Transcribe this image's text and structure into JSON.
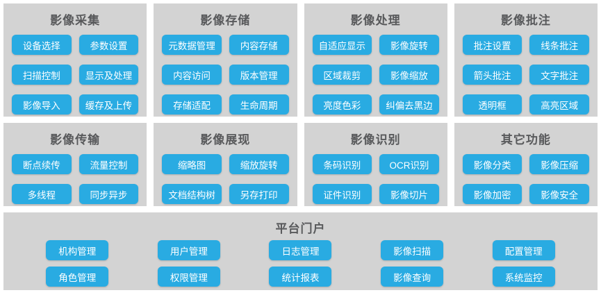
{
  "colors": {
    "page_bg": "#ffffff",
    "panel_bg": "#d3d3d3",
    "button_bg": "#29abe2",
    "button_text": "#ffffff",
    "title_text": "#58595b"
  },
  "panels": [
    {
      "title": "影像采集",
      "buttons": [
        "设备选择",
        "参数设置",
        "扫描控制",
        "显示及处理",
        "影像导入",
        "缓存及上传"
      ]
    },
    {
      "title": "影像存储",
      "buttons": [
        "元数据管理",
        "内容存储",
        "内容访问",
        "版本管理",
        "存储适配",
        "生命周期"
      ]
    },
    {
      "title": "影像处理",
      "buttons": [
        "自适应显示",
        "影像旋转",
        "区域裁剪",
        "影像缩放",
        "亮度色彩",
        "纠偏去黑边"
      ]
    },
    {
      "title": "影像批注",
      "buttons": [
        "批注设置",
        "线条批注",
        "箭头批注",
        "文字批注",
        "透明框",
        "高亮区域"
      ]
    },
    {
      "title": "影像传输",
      "buttons": [
        "断点续传",
        "流量控制",
        "多线程",
        "同步异步"
      ]
    },
    {
      "title": "影像展现",
      "buttons": [
        "缩略图",
        "缩放旋转",
        "文档结构树",
        "另存打印"
      ]
    },
    {
      "title": "影像识别",
      "buttons": [
        "条码识别",
        "OCR识别",
        "证件识别",
        "影像切片"
      ]
    },
    {
      "title": "其它功能",
      "buttons": [
        "影像分类",
        "影像压缩",
        "影像加密",
        "影像安全"
      ]
    }
  ],
  "portal": {
    "title": "平台门户",
    "buttons": [
      "机构管理",
      "用户管理",
      "日志管理",
      "影像扫描",
      "配置管理",
      "角色管理",
      "权限管理",
      "统计报表",
      "影像查询",
      "系统监控"
    ]
  }
}
